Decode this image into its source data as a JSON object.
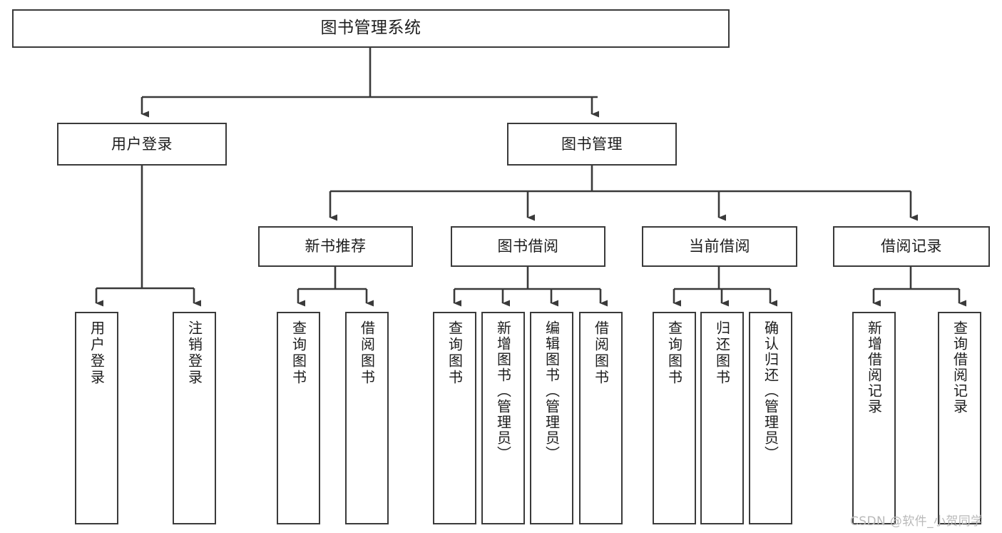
{
  "diagram": {
    "type": "tree-hierarchy",
    "title": "图书管理系统",
    "root": {
      "label": "图书管理系统"
    },
    "level1": [
      {
        "id": "user-login",
        "label": "用户登录"
      },
      {
        "id": "book-management",
        "label": "图书管理"
      }
    ],
    "level2": [
      {
        "id": "new-book-recommend",
        "label": "新书推荐",
        "parent": "book-management"
      },
      {
        "id": "book-borrow",
        "label": "图书借阅",
        "parent": "book-management"
      },
      {
        "id": "current-borrow",
        "label": "当前借阅",
        "parent": "book-management"
      },
      {
        "id": "borrow-record",
        "label": "借阅记录",
        "parent": "book-management"
      }
    ],
    "leaves": {
      "user_login": [
        {
          "id": "leaf-user-login",
          "label": "用户登录"
        },
        {
          "id": "leaf-logout-login",
          "label": "注销登录"
        }
      ],
      "new_book_recommend": [
        {
          "id": "leaf-query-book-1",
          "label": "查询图书"
        },
        {
          "id": "leaf-borrow-book-1",
          "label": "借阅图书"
        }
      ],
      "book_borrow": [
        {
          "id": "leaf-query-book-2",
          "label": "查询图书"
        },
        {
          "id": "leaf-add-book",
          "label": "新增图书（管理员）"
        },
        {
          "id": "leaf-edit-book",
          "label": "编辑图书（管理员）"
        },
        {
          "id": "leaf-borrow-book-2",
          "label": "借阅图书"
        }
      ],
      "current_borrow": [
        {
          "id": "leaf-query-book-3",
          "label": "查询图书"
        },
        {
          "id": "leaf-return-book",
          "label": "归还图书"
        },
        {
          "id": "leaf-confirm-return",
          "label": "确认归还（管理员）"
        }
      ],
      "borrow_record": [
        {
          "id": "leaf-add-record",
          "label": "新增借阅记录"
        },
        {
          "id": "leaf-query-record",
          "label": "查询借阅记录"
        }
      ]
    },
    "colors": {
      "background": "#ffffff",
      "box_border": "#3a3a3a",
      "connector": "#3a3a3a",
      "text": "#1d1d1d",
      "watermark": "#b9b9b9"
    }
  },
  "watermark": {
    "text": "CSDN @软件_小贺同学"
  }
}
